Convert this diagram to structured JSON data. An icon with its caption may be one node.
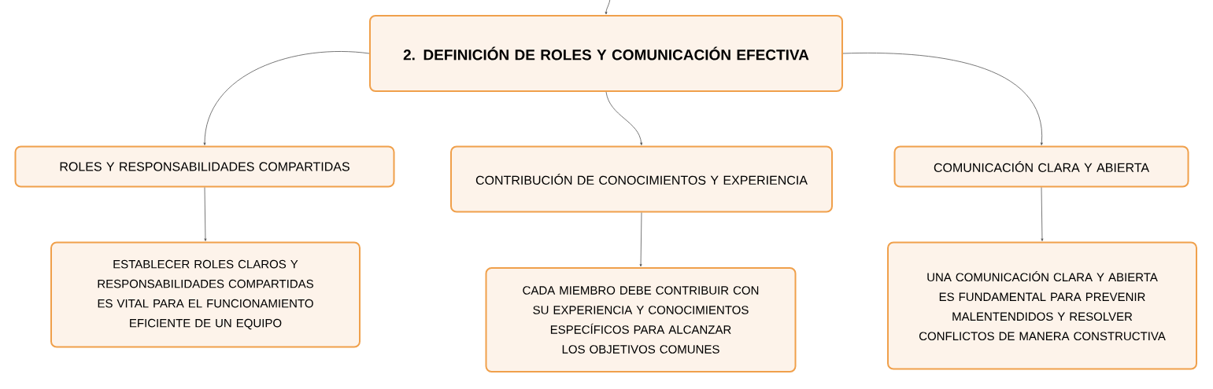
{
  "diagram": {
    "nodes": [
      {
        "text": [
          "2. DEFINICIÓN DE ROLES Y COMUNICACIÓN EFECTIVA"
        ]
      },
      {
        "text": [
          "ROLES Y RESPONSABILIDADES COMPARTIDAS"
        ]
      },
      {
        "text": [
          "CONTRIBUCIÓN DE CONOCIMIENTOS Y EXPERIENCIA"
        ]
      },
      {
        "text": [
          "COMUNICACIÓN CLARA Y ABIERTA"
        ]
      },
      {
        "text": [
          "ESTABLECER ROLES CLAROS Y RESPONSABILIDADES COMPARTIDAS ES VITAL PARA EL FUNCIONAMIENTO EFICIENTE DE UN EQUIPO"
        ]
      },
      {
        "text": [
          "CADA MIEMBRO DEBE CONTRIBUIR CON SU EXPERIENCIA Y CONOCIMIENTOS ESPECÍFICOS PARA ALCANZAR LOS OBJETIVOS COMUNES"
        ]
      },
      {
        "text": [
          "UNA COMUNICACIÓN CLARA Y ABIERTA ES FUNDAMENTAL PARA PREVENIR MALENTENDIDOS Y RESOLVER CONFLICTOS DE MANERA CONSTRUCTIVA"
        ]
      }
    ],
    "edges": [
      {
        "from": null,
        "to": 0,
        "arrow": "to"
      },
      {
        "from": 0,
        "to": 1,
        "arrow": "to"
      },
      {
        "from": 0,
        "to": 2,
        "arrow": "to"
      },
      {
        "from": 0,
        "to": 3,
        "arrow": "to"
      },
      {
        "from": 1,
        "to": 4,
        "arrow": "to"
      },
      {
        "from": 2,
        "to": 5,
        "arrow": "to"
      },
      {
        "from": 3,
        "to": 6,
        "arrow": "to"
      }
    ]
  }
}
